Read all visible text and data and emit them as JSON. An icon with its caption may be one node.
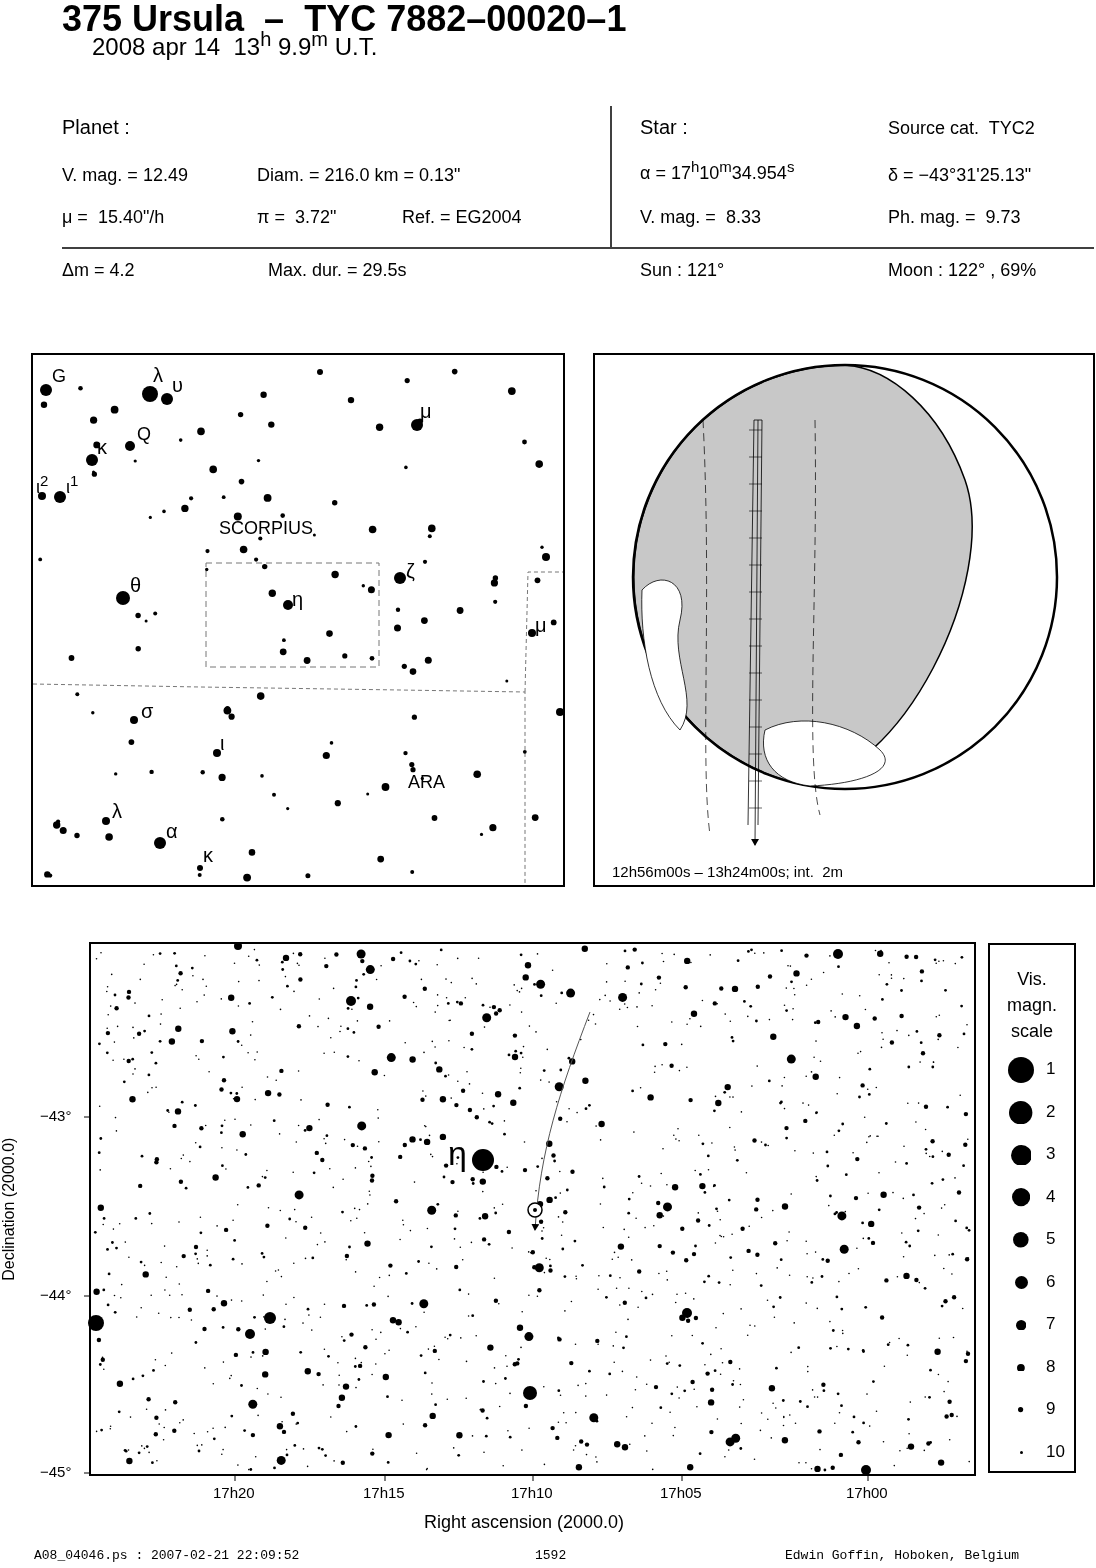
{
  "diagram": {
    "title": "375 Ursula  –  TYC 7882–00020–1",
    "labels": [
      "2008 apr 14  13$^{h}$ 9.9$^{m}$ U.T.",
      "Planet :",
      "Star :",
      "Source cat.  TYC2",
      "V. mag. = 12.49",
      "Diam. = 216.0 km = 0.13\"",
      "α = 17$^{h}$10$^{m}$34.954$^{s}$",
      "δ = −43°31'25.13\"",
      "μ =  15.40\"/h",
      "π =  3.72\"",
      "Ref. = EG2004",
      "V. mag. =  8.33",
      "Ph. mag. =  9.73",
      "Δm = 4.2",
      "Max. dur. = 29.5s",
      "Sun : 121°",
      "Moon : 122° , 69%",
      "G",
      "λ",
      "υ",
      "μ",
      "Q",
      "κ",
      "ι$^{2}$",
      "ι$^{1}$",
      "SCORPIUS",
      "θ",
      "η",
      "ζ",
      "μ",
      "σ",
      "ι",
      "ARA",
      "λ",
      "α",
      "κ",
      "12h56m00s – 13h24m00s; int.  2m",
      "η",
      "−43°",
      "−44°",
      "−45°",
      "17h20",
      "17h15",
      "17h10",
      "17h05",
      "17h00",
      "Right ascension (2000.0)",
      "Declination (2000.0)",
      "Vis. magn. scale",
      "A08_04046.ps : 2007-02-21 22:09:52",
      "1592",
      "Edwin Goffin, Hoboken, Belgium"
    ],
    "legend": [
      {
        "text": "1"
      },
      {
        "text": "2"
      },
      {
        "text": "3"
      },
      {
        "text": "4"
      },
      {
        "text": "5"
      },
      {
        "text": "6"
      },
      {
        "text": "7"
      },
      {
        "text": "8"
      },
      {
        "text": "9"
      },
      {
        "text": "10"
      }
    ]
  }
}
